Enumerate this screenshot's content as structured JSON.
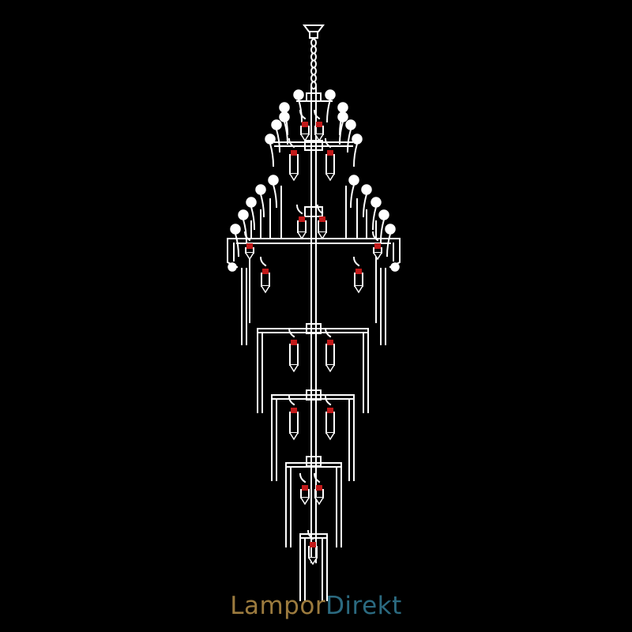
{
  "drawing": {
    "subject": "chandelier-technical-drawing",
    "colors": {
      "background": "#000000",
      "line": "#ffffff",
      "bulb_base": "#c21a1a"
    }
  },
  "logo": {
    "part1": "Lampor",
    "part2": "Direkt",
    "color1": "#9c7b3e",
    "color2": "#2b6a80"
  }
}
